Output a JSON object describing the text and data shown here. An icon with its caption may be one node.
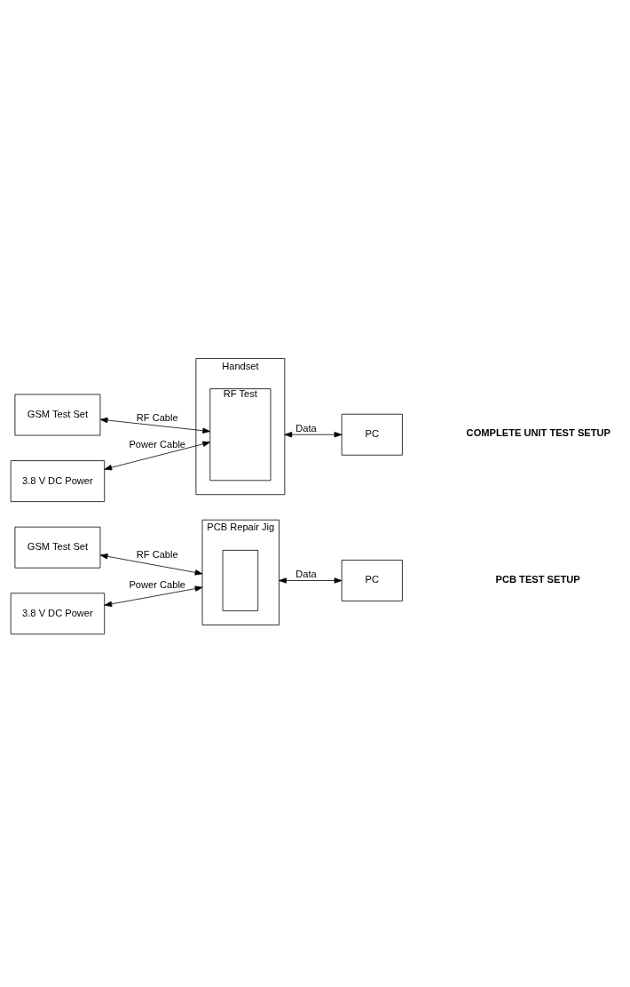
{
  "diagram": {
    "nodes": [
      {
        "text": [
          "GSM Test Set"
        ]
      },
      {
        "text": [
          "3.8 V DC Power"
        ]
      },
      {
        "text": [
          "PCB Repair Jig"
        ]
      },
      {
        "text": [],
        "shape": "box",
        "in": 2
      },
      {
        "text": [
          "PC"
        ]
      },
      {
        "text": [
          "GSM Test Set"
        ]
      },
      {
        "text": [
          "3.8 V DC Power"
        ]
      },
      {
        "text": [
          "Handset"
        ]
      },
      {
        "text": [
          "RF Test"
        ],
        "in": 7
      },
      {
        "text": [
          "PC"
        ]
      }
    ],
    "edges": [
      {
        "from": 0,
        "to": 2,
        "arrow": "both",
        "label": "RF Cable"
      },
      {
        "from": 1,
        "to": 2,
        "arrow": "both",
        "label": "Power Cable"
      },
      {
        "from": 2,
        "to": 4,
        "arrow": "both",
        "label": "Data"
      },
      {
        "from": 5,
        "to": 8,
        "arrow": "both",
        "label": "RF Cable"
      },
      {
        "from": 6,
        "to": 8,
        "arrow": "both",
        "label": "Power Cable"
      },
      {
        "from": 7,
        "to": 9,
        "arrow": "both",
        "label": "Data"
      }
    ],
    "labels": [
      "PCB TEST SETUP",
      "COMPLETE UNIT TEST SETUP"
    ]
  }
}
